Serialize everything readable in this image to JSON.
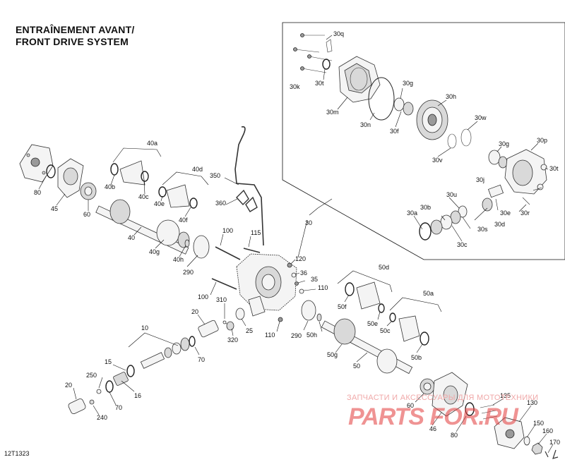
{
  "title_line1": "ENTRAÎNEMENT AVANT/",
  "title_line2": "FRONT DRIVE SYSTEM",
  "figure_id": "12T1323",
  "watermark": {
    "text": "ЗАПЧАСТИ И АКСЕССУАРЫ ДЛЯ МОТОТЕХНИКИ",
    "logo": "PARTS FOR.RU",
    "color": "#e23b3b"
  },
  "labels": {
    "p30q": "30q",
    "p30k": "30k",
    "p30t_top": "30t",
    "p30m": "30m",
    "p30n": "30n",
    "p30g_top": "30g",
    "p30f": "30f",
    "p30h": "30h",
    "p30v": "30v",
    "p30w": "30w",
    "p30g_mid": "30g",
    "p30p": "30p",
    "p30t_mid": "30t",
    "p30j": "30j",
    "p30r": "30r",
    "p30e": "30e",
    "p30d": "30d",
    "p30s": "30s",
    "p30u": "30u",
    "p30a": "30a",
    "p30b": "30b",
    "p30c": "30c",
    "p40a": "40a",
    "p40b": "40b",
    "p40c": "40c",
    "p40d": "40d",
    "p40e": "40e",
    "p40f": "40f",
    "p40": "40",
    "p40g": "40g",
    "p40h": "40h",
    "p80_top": "80",
    "p45": "45",
    "p60_top": "60",
    "p350": "350",
    "p360": "360",
    "p30": "30",
    "p100_top": "100",
    "p115": "115",
    "p120": "120",
    "p36": "36",
    "p35": "35",
    "p110_top": "110",
    "p290_top": "290",
    "p100_bot": "100",
    "p310": "310",
    "p25": "25",
    "p320": "320",
    "p110_bot": "110",
    "p20": "20",
    "p70_top": "70",
    "p10": "10",
    "p50d": "50d",
    "p50f": "50f",
    "p50e": "50e",
    "p50a": "50a",
    "p50c": "50c",
    "p290_bot": "290",
    "p50h": "50h",
    "p50g": "50g",
    "p50": "50",
    "p50b": "50b",
    "p15": "15",
    "p250": "250",
    "p16": "16",
    "p70_bot": "70",
    "p20_bot": "20",
    "p240": "240",
    "p60_bot": "60",
    "p46": "46",
    "p80_bot": "80",
    "p135": "135",
    "p130": "130",
    "p150": "150",
    "p160": "160",
    "p170": "170"
  }
}
